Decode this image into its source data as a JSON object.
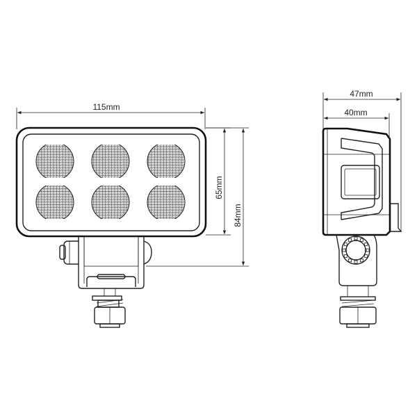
{
  "dimensions": {
    "width": "115mm",
    "lens_height": "65mm",
    "total_height": "84mm",
    "total_depth": "47mm",
    "housing_depth": "40mm"
  },
  "colors": {
    "line": "#222222",
    "background": "#ffffff"
  },
  "led_count": 6
}
